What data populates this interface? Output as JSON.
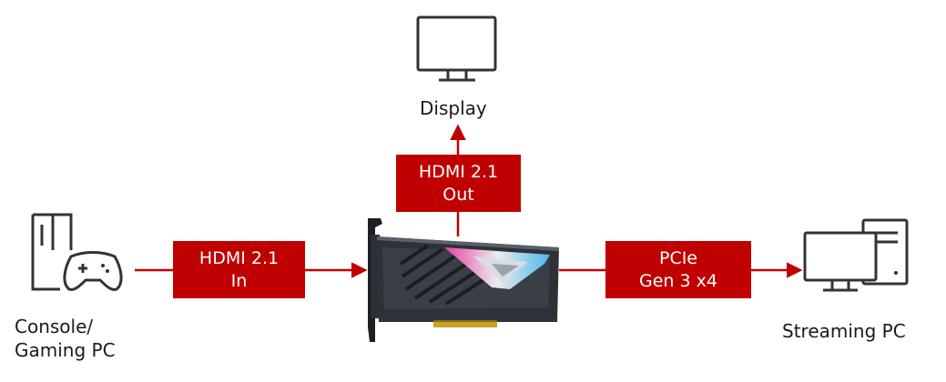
{
  "nodes": {
    "display": {
      "label": "Display"
    },
    "console": {
      "label_line1": "Console/",
      "label_line2": "Gaming PC"
    },
    "streaming_pc": {
      "label": "Streaming PC"
    }
  },
  "connections": {
    "hdmi_in": {
      "line1": "HDMI 2.1",
      "line2": "In"
    },
    "hdmi_out": {
      "line1": "HDMI 2.1",
      "line2": "Out"
    },
    "pcie": {
      "line1": "PCIe",
      "line2": "Gen 3 x4"
    }
  },
  "colors": {
    "accent": "#c00000",
    "icon_stroke": "#333333",
    "card_body": "#3a3f47"
  },
  "icons": [
    "monitor-icon",
    "console-icon",
    "gamepad-icon",
    "desktop-pc-icon",
    "capture-card-image"
  ]
}
